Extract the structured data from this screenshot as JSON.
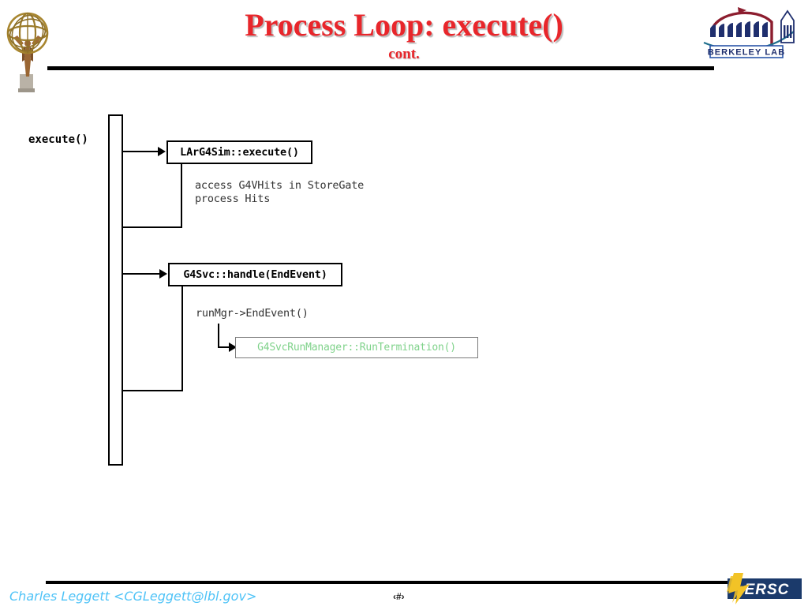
{
  "header": {
    "title": "Process Loop: execute()",
    "subtitle": "cont.",
    "atlas_logo_name": "atlas-logo",
    "berkeley_logo_text": "BERKELEY LAB"
  },
  "footer": {
    "author": "Charles Leggett <CGLeggett@lbl.gov>",
    "slide_number": "‹#›",
    "nersc_logo_text": "ERSC"
  },
  "diagram": {
    "type": "sequence",
    "lifeline_label": "execute()",
    "calls": [
      {
        "label": "LArG4Sim::execute()",
        "style": "black",
        "notes": [
          "access G4VHits in StoreGate",
          "process Hits"
        ]
      },
      {
        "label": "G4Svc::handle(EndEvent)",
        "style": "black",
        "notes": [
          "runMgr->EndEvent()"
        ]
      },
      {
        "label": "G4SvcRunManager::RunTermination()",
        "style": "green",
        "notes": []
      }
    ]
  },
  "colors": {
    "title_red": "#E8262B",
    "green_text": "#7FD28A",
    "footer_blue": "#4FC3F7",
    "berkeley_navy": "#1F2F6E",
    "berkeley_darkred": "#8C1D2E",
    "nersc_navy": "#1B3A6B",
    "nersc_yellow": "#F2C327"
  }
}
